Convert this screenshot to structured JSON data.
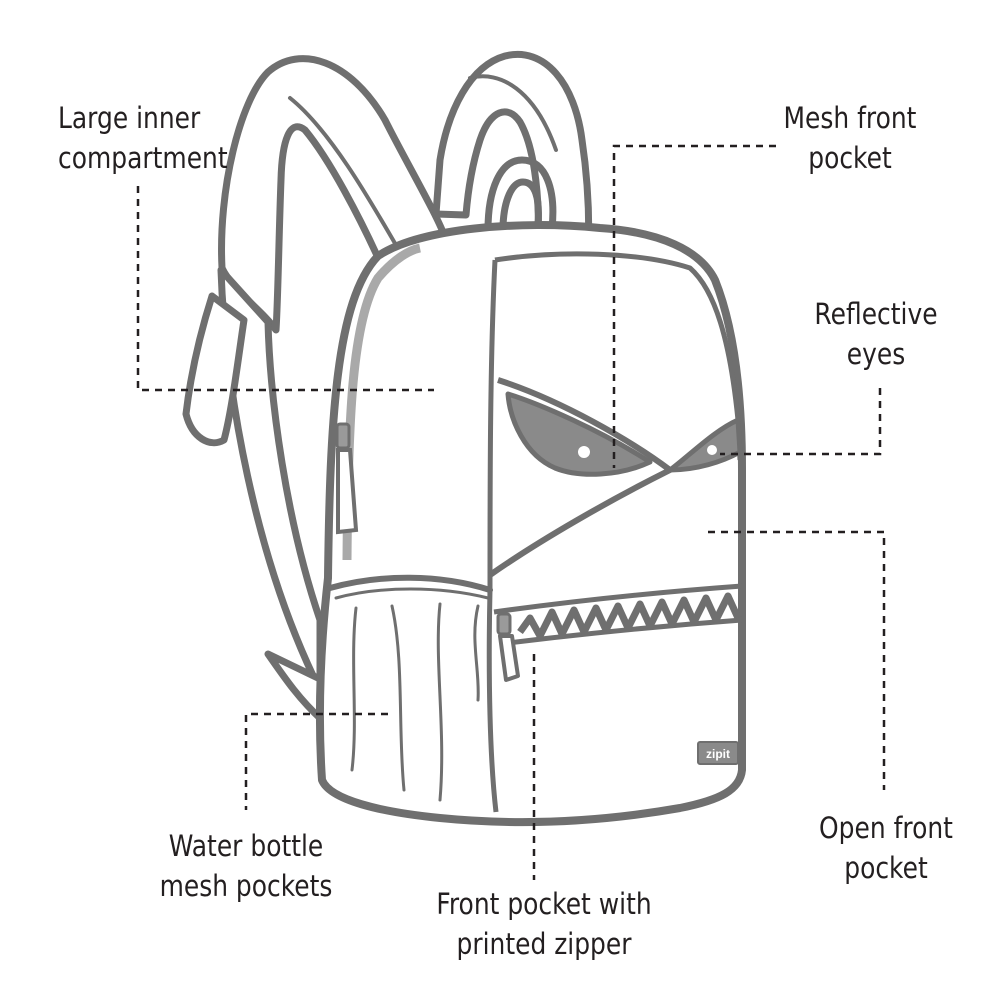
{
  "colors": {
    "outline": "#6f6f6f",
    "fill": "#ffffff",
    "eye_fill": "#8a8a8a",
    "zip_grey": "#9a9a9a",
    "leader": "#231f20",
    "text": "#231f20"
  },
  "labels": {
    "large_inner": [
      "Large inner",
      "compartment"
    ],
    "mesh_front": [
      "Mesh front",
      "pocket"
    ],
    "reflective": [
      "Reflective",
      "eyes"
    ],
    "water_bottle": [
      "Water bottle",
      "mesh pockets"
    ],
    "front_zipper": [
      "Front pocket with",
      "printed zipper"
    ],
    "open_front": [
      "Open front",
      "pocket"
    ]
  },
  "badge": {
    "logo_text": "zipit"
  }
}
